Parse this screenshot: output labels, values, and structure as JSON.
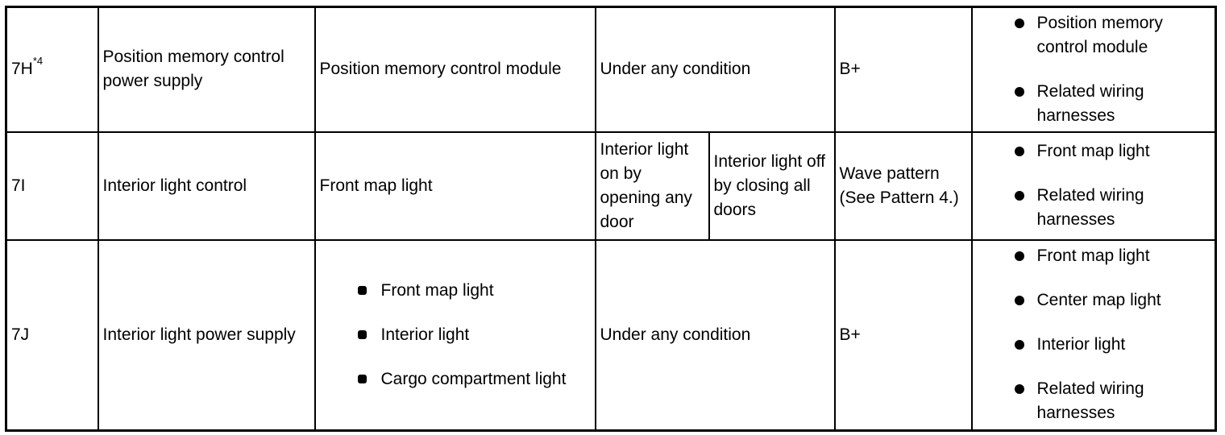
{
  "rows": [
    {
      "terminal": "7H",
      "terminal_sup": "*4",
      "description": "Position memory control power supply",
      "connected_to": "Position memory control module",
      "condition": "Under any condition",
      "voltage": "B+",
      "inspection": [
        "Position memory control module",
        "Related wiring harnesses"
      ]
    },
    {
      "terminal": "7I",
      "description": "Interior light control",
      "connected_to": "Front map light",
      "condition_a": "Interior light on by opening any door",
      "condition_b": "Interior light off by closing all doors",
      "voltage": "Wave pattern (See Pattern 4.)",
      "inspection": [
        "Front map light",
        "Related wiring harnesses"
      ]
    },
    {
      "terminal": "7J",
      "description": "Interior light power supply",
      "connected_to": [
        "Front map light",
        "Interior light",
        "Cargo compartment light"
      ],
      "condition": "Under any condition",
      "voltage": "B+",
      "inspection": [
        "Front map light",
        "Center map light",
        "Interior light",
        "Related wiring harnesses"
      ]
    }
  ]
}
